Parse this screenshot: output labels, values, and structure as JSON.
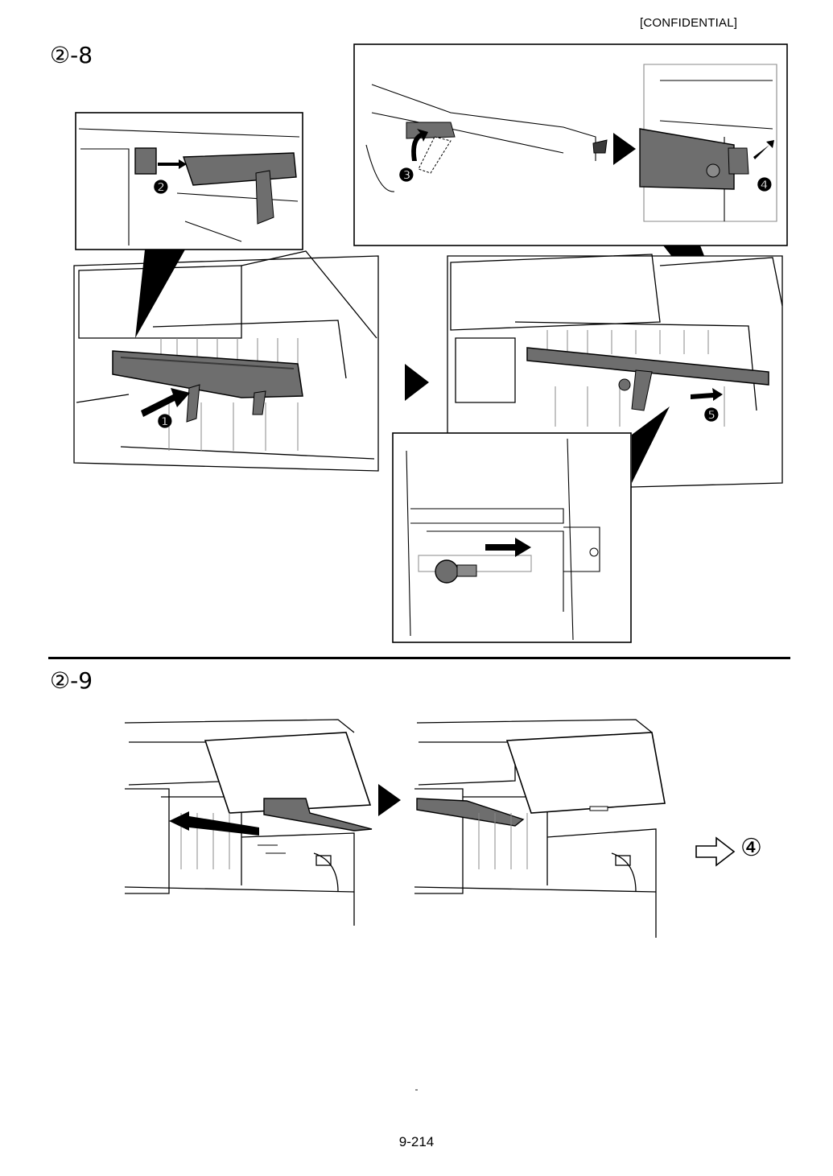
{
  "header": {
    "confidential_label": "[CONFIDENTIAL]"
  },
  "steps": [
    {
      "label": "②-8"
    },
    {
      "label": "②-9"
    }
  ],
  "callouts": [
    "❶",
    "❷",
    "❸",
    "❹",
    "❺"
  ],
  "next": {
    "target_label": "④"
  },
  "footer": {
    "dash": "-",
    "page_number": "9-214"
  },
  "colors": {
    "ink": "#000000",
    "part_gray": "#6e6e6e",
    "part_dark": "#3a3a3a",
    "line_gray": "#9a9a9a"
  }
}
